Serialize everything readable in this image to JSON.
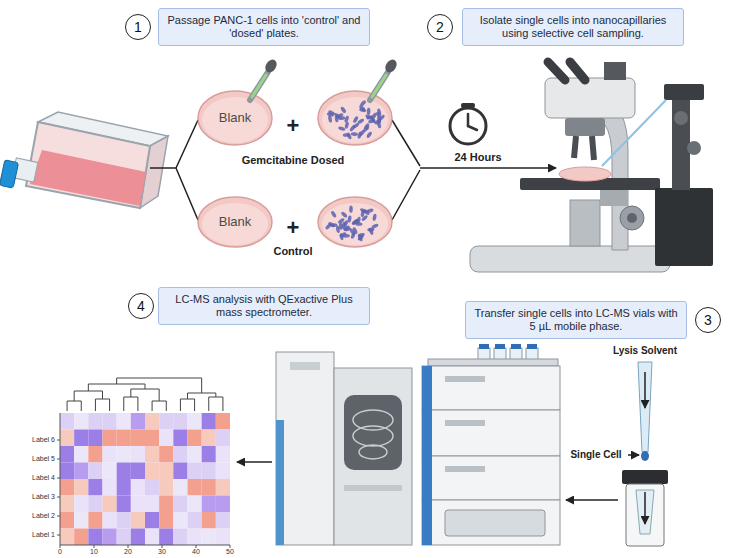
{
  "diagram": {
    "nodes": [
      {
        "text": [
          "1"
        ]
      },
      {
        "text": [
          "Passage PANC-1 cells into 'control' and 'dosed' plates."
        ]
      },
      {
        "text": [
          "2"
        ]
      },
      {
        "text": [
          "Isolate single cells into nanocapillaries using selective cell sampling."
        ]
      },
      {
        "text": [
          "4"
        ]
      },
      {
        "text": [
          "LC-MS analysis with QExactive Plus mass spectrometer."
        ]
      },
      {
        "text": [
          "Transfer single cells into LC-MS vials with 5 µL mobile phase."
        ]
      },
      {
        "text": [
          "3"
        ]
      }
    ],
    "labels": [
      "Blank",
      "+",
      "Gemcitabine Dosed",
      "24 Hours",
      "Blank",
      "+",
      "Control",
      "Lysis Solvent",
      "Single Cell",
      "Label 6",
      "Label 5",
      "Label 4",
      "Label 3",
      "Label 2",
      "Label 1",
      "0",
      "10",
      "20",
      "30",
      "40",
      "50"
    ]
  }
}
